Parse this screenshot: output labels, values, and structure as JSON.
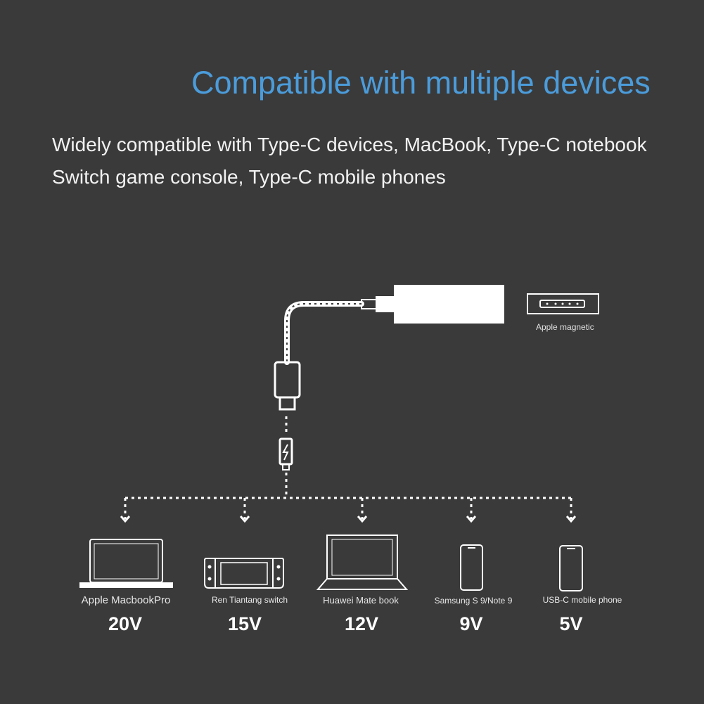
{
  "title": "Compatible with multiple devices",
  "subtitle": "Widely compatible with Type-C devices, MacBook, Type-C notebook Switch game console, Type-C mobile phones",
  "adapter": {
    "port_label": "Apple magnetic"
  },
  "devices": [
    {
      "name": "Apple MacbookPro",
      "voltage": "20V",
      "icon": "laptop-icon"
    },
    {
      "name": "Ren Tiantang switch",
      "voltage": "15V",
      "icon": "game-console-icon"
    },
    {
      "name": "Huawei Mate book",
      "voltage": "12V",
      "icon": "laptop-icon"
    },
    {
      "name": "Samsung S 9/Note 9",
      "voltage": "9V",
      "icon": "phone-icon"
    },
    {
      "name": "USB-C mobile phone",
      "voltage": "5V",
      "icon": "phone-icon"
    }
  ],
  "colors": {
    "background": "#3a3a3a",
    "title": "#4b9cdb",
    "text": "#f2f2f2",
    "line": "#ffffff"
  }
}
